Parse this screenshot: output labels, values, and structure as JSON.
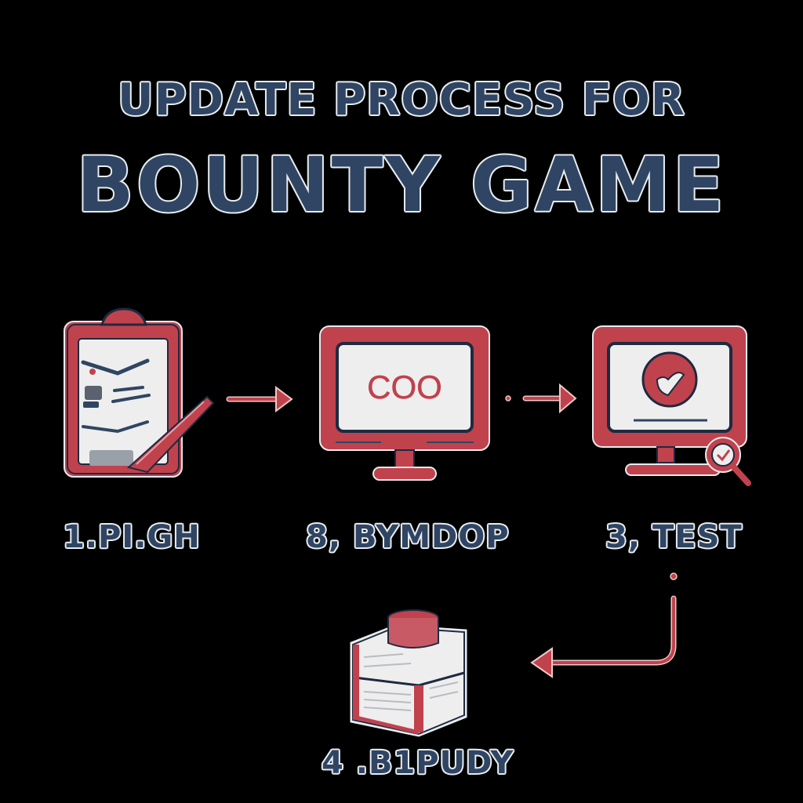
{
  "title": {
    "line1": "UPDATE PROCESS FOR",
    "line2": "BOUNTY GAME"
  },
  "colors": {
    "background": "#000000",
    "text_fill": "#2f4563",
    "text_outline": "#e8ecf0",
    "accent_red": "#c0424d",
    "screen_fill": "#eeeeee",
    "outline_navy": "#1e2a40"
  },
  "steps": [
    {
      "label": "1.PI.GH",
      "icon": "clipboard-checklist-icon"
    },
    {
      "label": "8, BYMDOP",
      "icon": "monitor-code-icon",
      "screen_text": "COO"
    },
    {
      "label": "3, TEST",
      "icon": "monitor-check-magnifier-icon"
    },
    {
      "label": "4 .B1PUDY",
      "icon": "package-box-icon"
    }
  ],
  "arrows": [
    {
      "from": 1,
      "to": 2,
      "direction": "right"
    },
    {
      "from": 2,
      "to": 3,
      "direction": "right"
    },
    {
      "from": 3,
      "to": 4,
      "direction": "down-then-left"
    }
  ]
}
